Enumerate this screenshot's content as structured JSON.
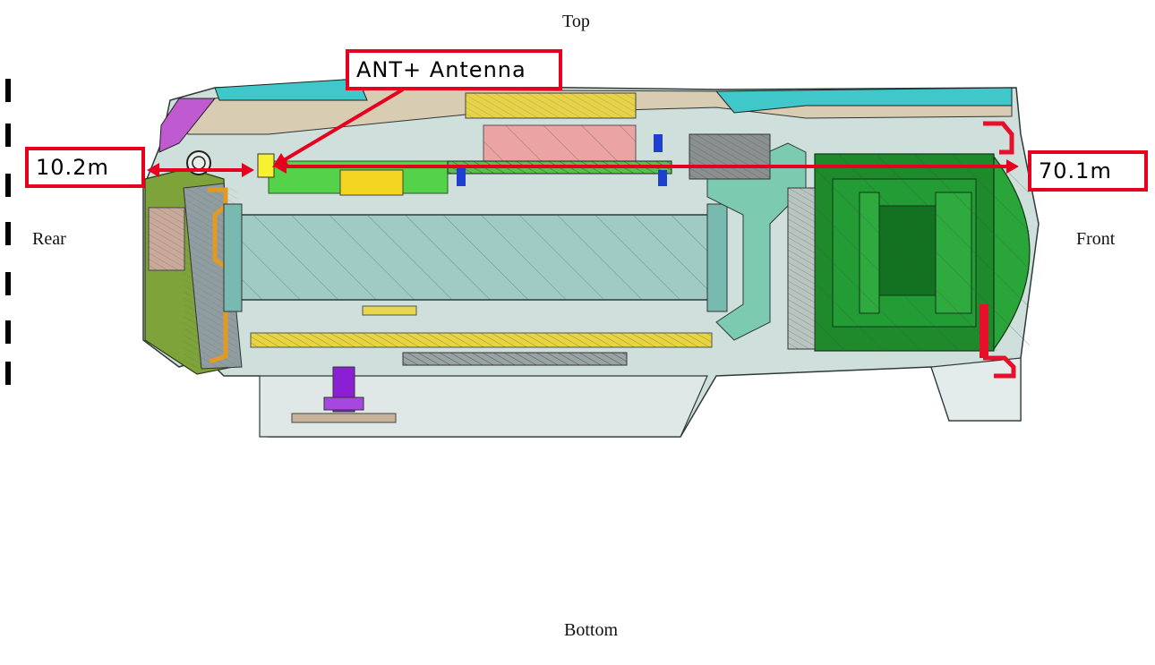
{
  "labels": {
    "top": "Top",
    "rear": "Rear",
    "front": "Front",
    "bottom": "Bottom"
  },
  "callouts": {
    "antenna": "ANT+ Antenna",
    "rear_distance": "10.2m",
    "front_distance": "70.1m"
  },
  "colors": {
    "callout_border": "#e6001f",
    "arrow": "#e6001f"
  }
}
